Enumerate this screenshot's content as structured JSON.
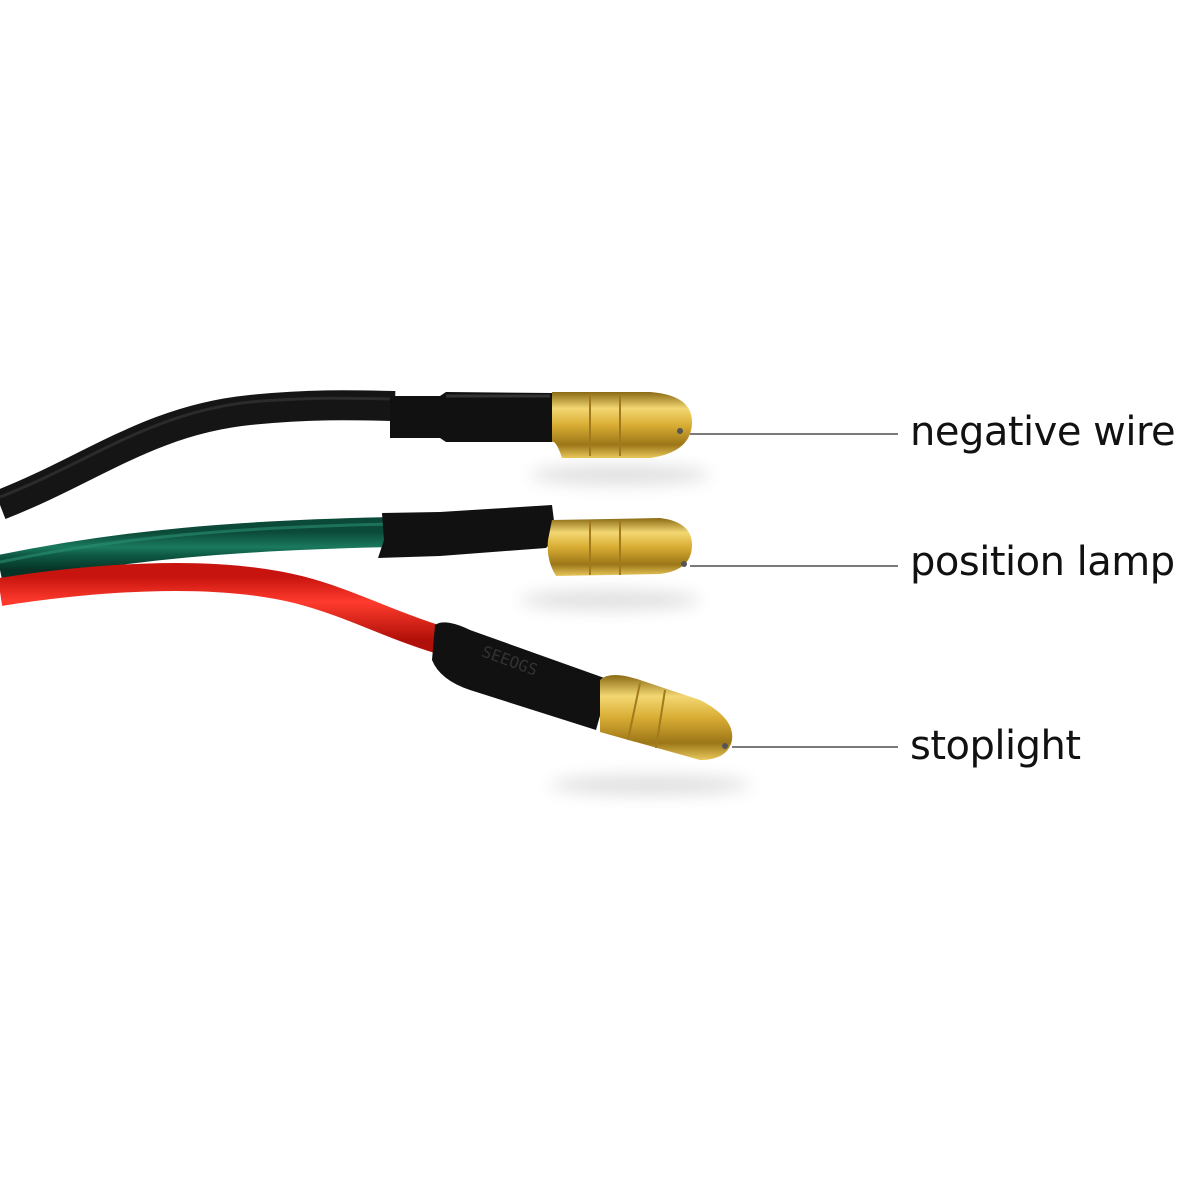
{
  "image": {
    "subject": "wire harness with three bullet connectors",
    "background": "#ffffff"
  },
  "wires": [
    {
      "id": "black",
      "color": "#151515",
      "sleeve": "#111111",
      "label": "negative wire"
    },
    {
      "id": "green",
      "color": "#0e5a45",
      "sleeve": "#111111",
      "label": "position lamp"
    },
    {
      "id": "red",
      "color": "#e8231b",
      "sleeve": "#111111",
      "label": "stoplight"
    }
  ],
  "labels": {
    "negative_wire": "negative wire",
    "position_lamp": "position lamp",
    "stoplight": "stoplight"
  },
  "colors": {
    "label_text": "#111111",
    "leader_line": "#7a7a7a",
    "brass": "#d4a930"
  }
}
